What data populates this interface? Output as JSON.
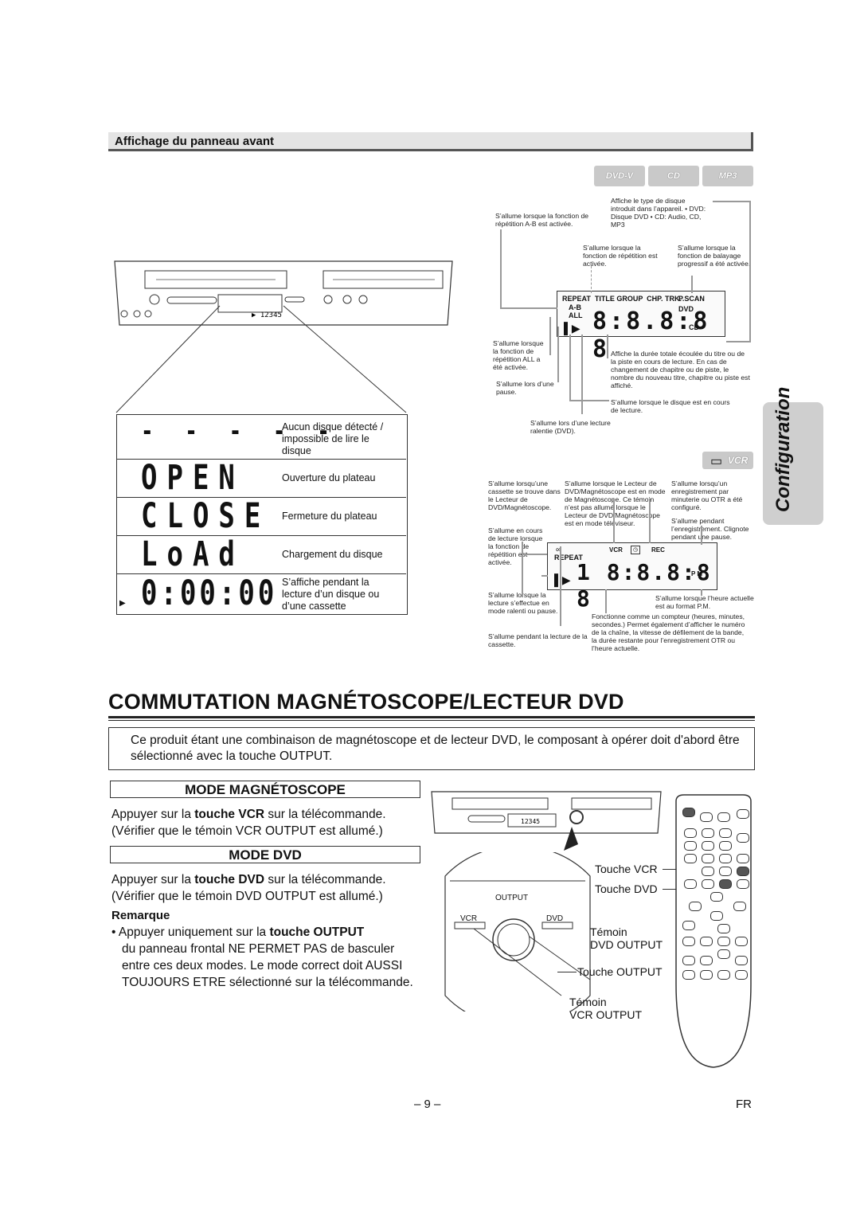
{
  "section": {
    "title": "Affichage du panneau avant"
  },
  "disc_types": [
    "DVD-V",
    "CD",
    "MP3"
  ],
  "vcr_badge": "VCR",
  "side_tab": "Configuration",
  "lcd_table": [
    {
      "glyph": "- - - - -",
      "desc": "Aucun disque détecté / impossible de lire le disque"
    },
    {
      "glyph": "OPEN",
      "desc": "Ouverture du plateau"
    },
    {
      "glyph": "CLOSE",
      "desc": "Fermeture du plateau"
    },
    {
      "glyph": "LoAd",
      "desc": "Chargement du disque"
    },
    {
      "glyph": "0:00:00",
      "desc": "S’affiche pendant la lecture d’un disque ou d’une cassette"
    }
  ],
  "dvd_notes": {
    "disc_type": "Affiche le type de disque introduit dans l’appareil. • DVD: Disque DVD • CD: Audio, CD, MP3",
    "ab_repeat": "S’allume lorsque la fonction de répétition A-B est activée.",
    "repeat": "S’allume lorsque la fonction de répétition est activée.",
    "pscan": "S’allume lorsque la fonction de balayage progressif a été activée.",
    "all_repeat": "S’allume lorsque la fonction de répétition ALL a été activée.",
    "pause": "S’allume lors d’une pause.",
    "time": "Affiche la durée totale écoulée du titre ou de la piste en cours de lecture. En cas de changement de chapitre ou de piste, le nombre du nouveau titre, chapitre ou piste est affiché.",
    "playing": "S’allume lorsque le disque est en cours de lecture.",
    "slow": "S’allume lors d’une lecture ralentie (DVD)."
  },
  "dvd_display": {
    "top": "REPEAT  TITLE GROUP  CHP. TRK.",
    "ab": "A-B",
    "all": "ALL",
    "pscan": "P.SCAN",
    "dvd": "DVD",
    "cd": "CD",
    "digits": "8:8.8:8 8"
  },
  "vcr_notes": {
    "vcr_active": "S’allume lorsqu’une cassette se trouve dans le Lecteur de DVD/Magnétoscope.",
    "vcr_mode": "S’allume lorsque le Lecteur de DVD/Magnétoscope est en mode de Magnétoscope. Ce témoin n’est pas allumé lorsque le Lecteur de DVD/Magnétoscope est en mode téléviseur.",
    "rec": "S’allume lorsqu’un enregistrement par minuterie ou OTR a été configuré.",
    "rec2": "S’allume pendant l’enregistrement. Clignote pendant une pause.",
    "repeat": "S’allume en cours de lecture lorsque la fonction de répétition est activée.",
    "slow": "S’allume lorsque la lecture s’effectue en mode ralenti ou pause.",
    "pm": "S’allume lorsque l’heure actuelle est au format P.M.",
    "counter": "Fonctionne comme un compteur (heures, minutes, secondes.) Permet également d’afficher le numéro de la chaîne, la vitesse de défilement de la bande, la durée restante pour l’enregistrement OTR ou l’heure actuelle.",
    "playing": "S’allume pendant la lecture de la cassette."
  },
  "vcr_display": {
    "vcr": "VCR",
    "rec": "REC",
    "repeat": "REPEAT",
    "digits": "1 8:8.8:8 8",
    "pm": "P M"
  },
  "main_title": "COMMUTATION MAGNÉTOSCOPE/LECTEUR DVD",
  "intro": "Ce produit étant une combinaison de magnétoscope et de lecteur DVD, le composant à opérer doit d'abord être sélectionné avec la touche OUTPUT.",
  "mode_vcr": {
    "title": "MODE MAGNÉTOSCOPE",
    "line1_a": "Appuyer sur la ",
    "line1_b": "touche VCR",
    "line1_c": " sur la télécommande.",
    "line2": "(Vérifier que le témoin VCR OUTPUT est allumé.)"
  },
  "mode_dvd": {
    "title": "MODE DVD",
    "line1_a": "Appuyer sur la ",
    "line1_b": "touche DVD",
    "line1_c": " sur la télécommande.",
    "line2": "(Vérifier que le témoin DVD OUTPUT est allumé.)"
  },
  "remarque": {
    "title": "Remarque",
    "bullet_a": "• Appuyer uniquement sur la ",
    "bullet_b": "touche OUTPUT",
    "rest": "du panneau frontal NE PERMET PAS de basculer entre ces deux modes. Le mode correct doit AUSSI TOUJOURS ETRE sélectionné sur la télécommande."
  },
  "panel_labels": {
    "output": "OUTPUT",
    "vcr": "VCR",
    "dvd": "DVD"
  },
  "callouts": {
    "touche_vcr": "Touche VCR",
    "touche_dvd": "Touche DVD",
    "temoin1": "Témoin",
    "dvd_output": "DVD OUTPUT",
    "touche_output": "Touche OUTPUT",
    "temoin2": "Témoin",
    "vcr_output": "VCR OUTPUT"
  },
  "front_display": "12345",
  "page_number": "– 9 –",
  "lang": "FR"
}
